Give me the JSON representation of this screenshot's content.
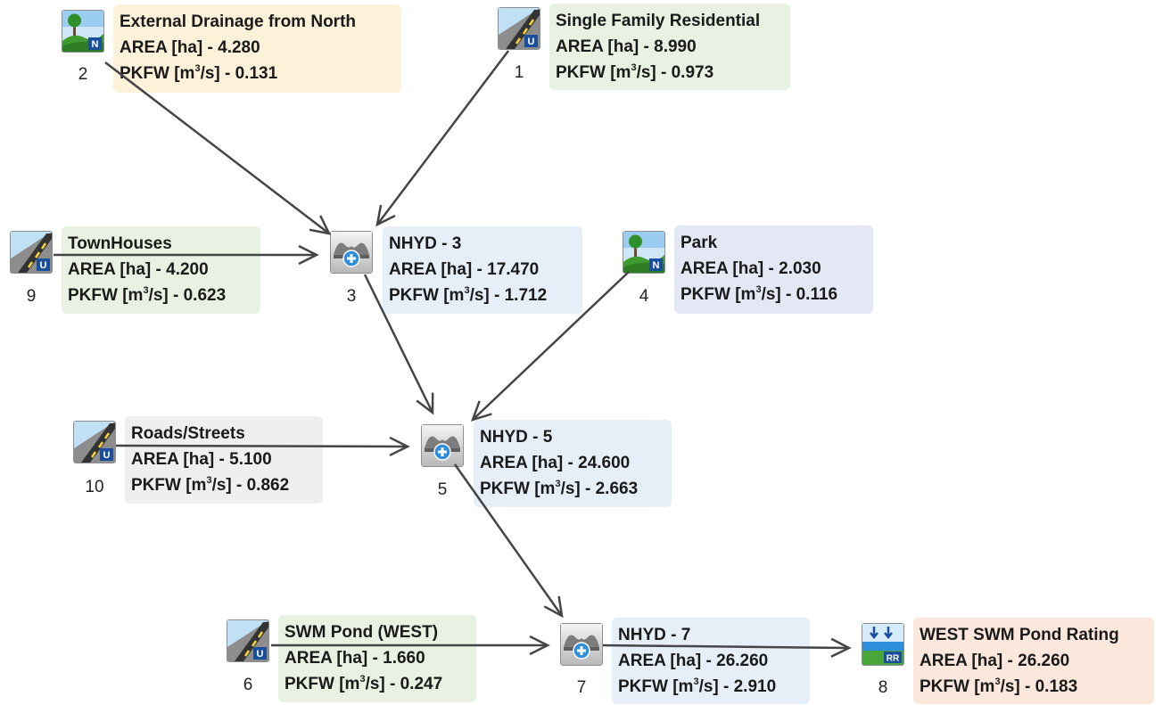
{
  "nodes": [
    {
      "id": "2",
      "kind": "nash-hydrograph",
      "icon": "landscape-tree-icon",
      "badge": "N",
      "title": "External Drainage from North",
      "area": "AREA [ha] - 4.280",
      "pkfw_prefix": "PKFW [m",
      "pkfw_suffix": "/s] - 0.131",
      "color": "#fdf1d9"
    },
    {
      "id": "1",
      "kind": "urban-hydrograph",
      "icon": "road-icon",
      "badge": "U",
      "title": "Single Family Residential",
      "area": "AREA [ha] - 8.990",
      "pkfw_prefix": "PKFW [m",
      "pkfw_suffix": "/s] - 0.973",
      "color": "#e8f1e2"
    },
    {
      "id": "9",
      "kind": "urban-hydrograph",
      "icon": "road-icon",
      "badge": "U",
      "title": "TownHouses",
      "area": "AREA [ha] - 4.200",
      "pkfw_prefix": "PKFW [m",
      "pkfw_suffix": "/s] - 0.623",
      "color": "#e8f1e2"
    },
    {
      "id": "3",
      "kind": "add-hydrograph",
      "icon": "add-hydrograph-icon",
      "badge": "",
      "title": "NHYD - 3",
      "area": "AREA [ha] - 17.470",
      "pkfw_prefix": "PKFW [m",
      "pkfw_suffix": "/s] - 1.712",
      "color": "#e6eef8"
    },
    {
      "id": "4",
      "kind": "nash-hydrograph",
      "icon": "landscape-tree-icon",
      "badge": "N",
      "title": "Park",
      "area": "AREA [ha] - 2.030",
      "pkfw_prefix": "PKFW [m",
      "pkfw_suffix": "/s] - 0.116",
      "color": "#e4e8f5"
    },
    {
      "id": "10",
      "kind": "urban-hydrograph",
      "icon": "road-icon",
      "badge": "U",
      "title": "Roads/Streets",
      "area": "AREA [ha] - 5.100",
      "pkfw_prefix": "PKFW [m",
      "pkfw_suffix": "/s] - 0.862",
      "color": "#efefef"
    },
    {
      "id": "5",
      "kind": "add-hydrograph",
      "icon": "add-hydrograph-icon",
      "badge": "",
      "title": "NHYD - 5",
      "area": "AREA [ha] - 24.600",
      "pkfw_prefix": "PKFW [m",
      "pkfw_suffix": "/s] - 2.663",
      "color": "#e6eef8"
    },
    {
      "id": "6",
      "kind": "urban-hydrograph",
      "icon": "road-icon",
      "badge": "U",
      "title": "SWM Pond (WEST)",
      "area": "AREA [ha] - 1.660",
      "pkfw_prefix": "PKFW [m",
      "pkfw_suffix": "/s] - 0.247",
      "color": "#e8f1e2"
    },
    {
      "id": "7",
      "kind": "add-hydrograph",
      "icon": "add-hydrograph-icon",
      "badge": "",
      "title": "NHYD - 7",
      "area": "AREA [ha] - 26.260",
      "pkfw_prefix": "PKFW [m",
      "pkfw_suffix": "/s] - 2.910",
      "color": "#e6eef8"
    },
    {
      "id": "8",
      "kind": "reservoir-route",
      "icon": "reservoir-routing-icon",
      "badge": "RR",
      "title": "WEST SWM Pond Rating",
      "area": "AREA [ha] - 26.260",
      "pkfw_prefix": "PKFW [m",
      "pkfw_suffix": "/s] - 0.183",
      "color": "#fbe7db"
    }
  ],
  "pkfw_superscript": "3",
  "links": [
    {
      "from": "2",
      "to": "3"
    },
    {
      "from": "1",
      "to": "3"
    },
    {
      "from": "9",
      "to": "3"
    },
    {
      "from": "3",
      "to": "5"
    },
    {
      "from": "4",
      "to": "5"
    },
    {
      "from": "10",
      "to": "5"
    },
    {
      "from": "5",
      "to": "7"
    },
    {
      "from": "6",
      "to": "7"
    },
    {
      "from": "7",
      "to": "8"
    }
  ],
  "link_color": "#454545"
}
